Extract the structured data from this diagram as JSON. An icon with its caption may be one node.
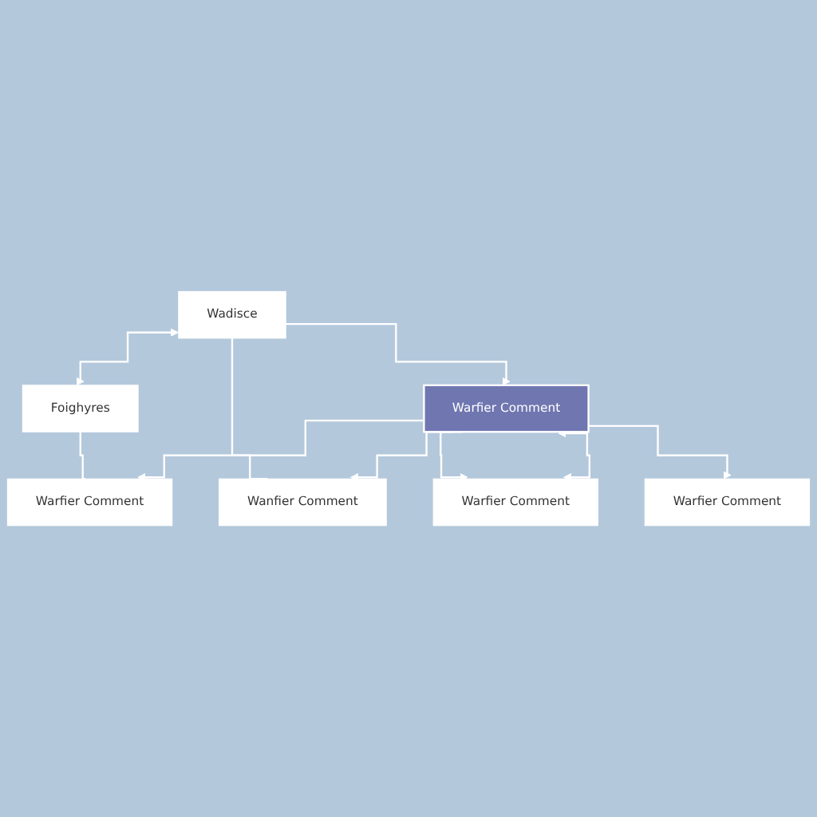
{
  "diagram": {
    "nodes": [
      {
        "text": [
          "Wadisce"
        ]
      },
      {
        "text": [
          "Foighyres"
        ]
      },
      {
        "text": [
          "Warfier Comment"
        ]
      },
      {
        "text": [
          "Wanfier Comment"
        ]
      },
      {
        "text": [
          "Warfier Comment"
        ]
      },
      {
        "text": [
          "Warfier Comment"
        ]
      },
      {
        "text": [
          "Warfier Comment"
        ]
      }
    ],
    "edges": [
      {
        "from": 0,
        "to": 1,
        "arrow": "both"
      },
      {
        "from": 0,
        "to": 2,
        "arrow": "to"
      },
      {
        "from": 0,
        "to": 3,
        "arrow": "none"
      },
      {
        "from": 1,
        "to": 4,
        "arrow": "none"
      },
      {
        "from": 2,
        "to": 3,
        "arrow": "to"
      },
      {
        "from": 2,
        "to": 4,
        "arrow": "to"
      },
      {
        "from": 2,
        "to": 5,
        "arrow": "to"
      },
      {
        "from": 5,
        "to": 2,
        "arrow": "both"
      },
      {
        "from": 2,
        "to": 6,
        "arrow": "to"
      }
    ]
  }
}
